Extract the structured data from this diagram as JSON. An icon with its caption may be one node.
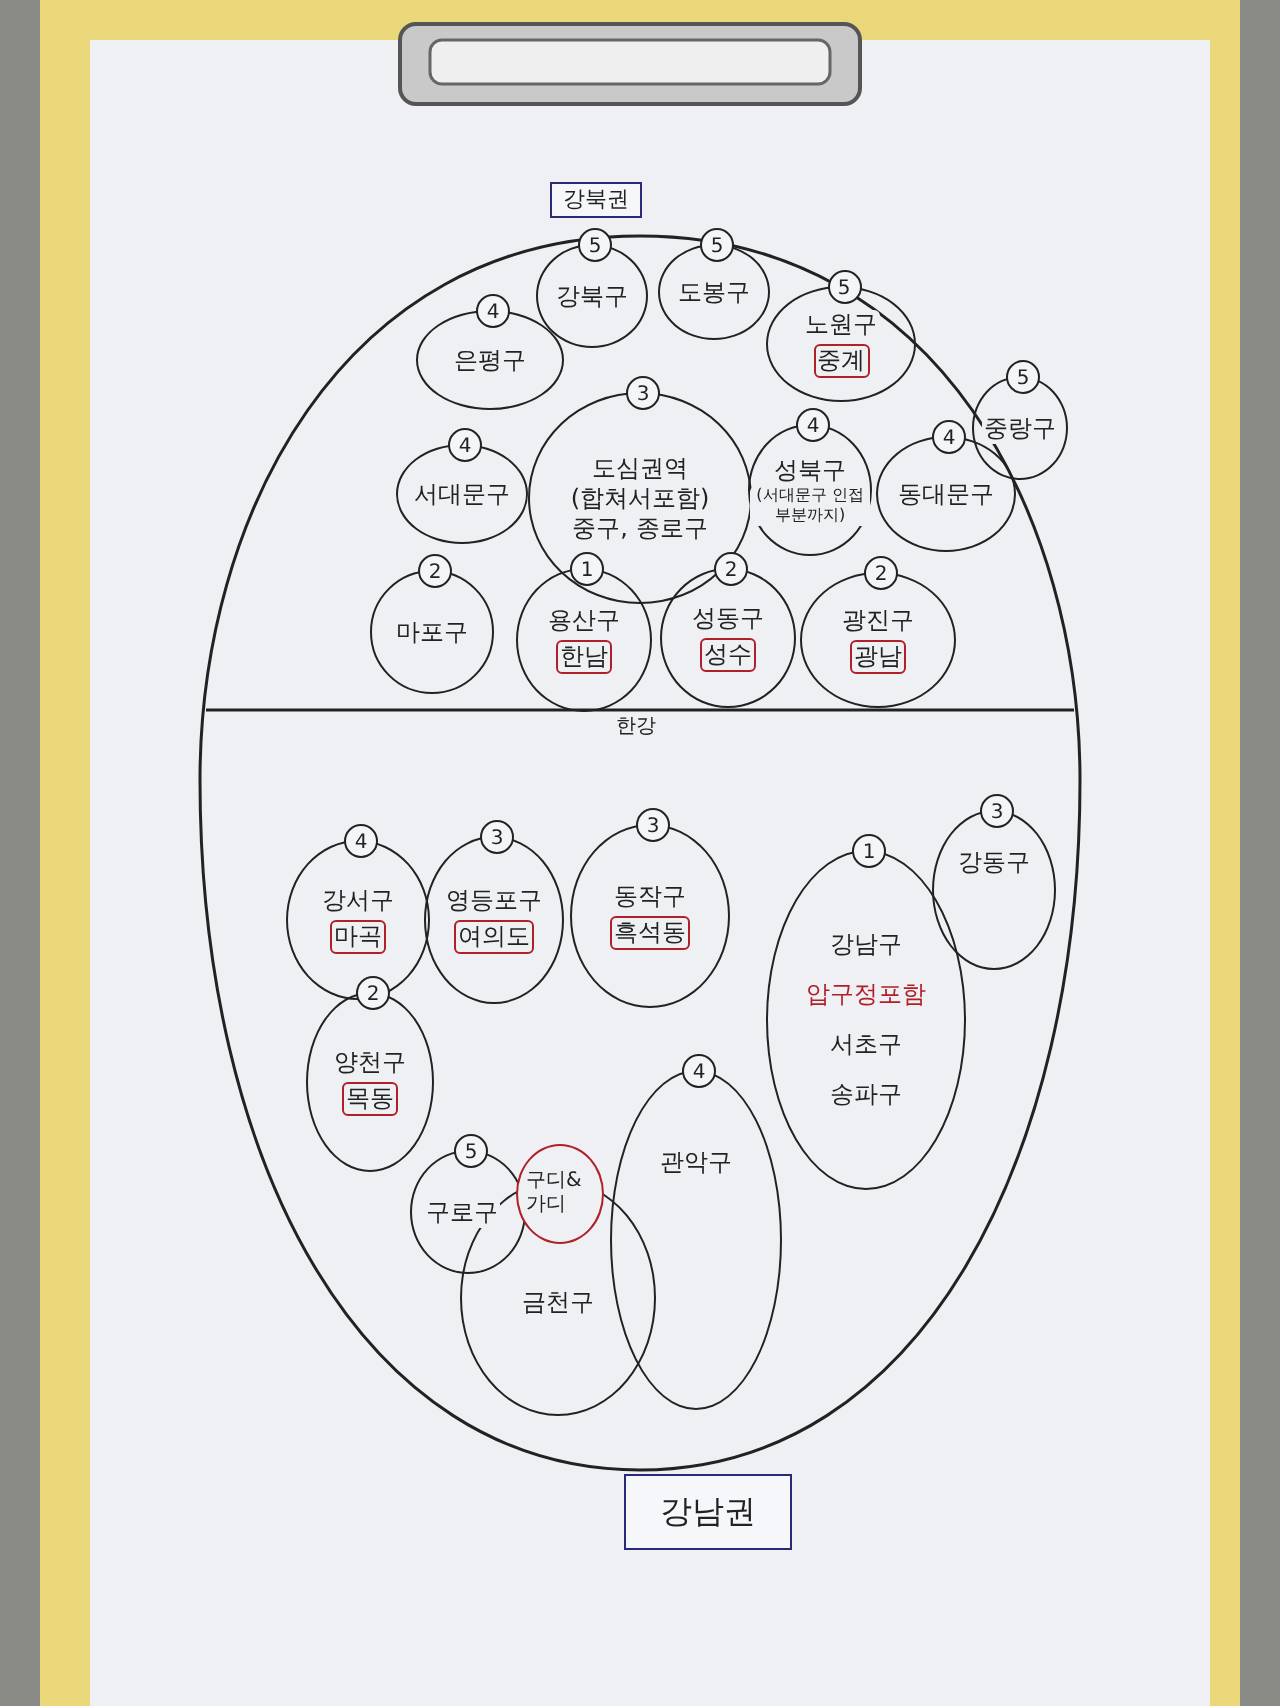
{
  "diagram": {
    "nodes": [
      {
        "text": [
          "강북권"
        ]
      },
      {
        "text": [
          "5",
          "강북구"
        ]
      },
      {
        "text": [
          "5",
          "도봉구"
        ]
      },
      {
        "text": [
          "5",
          "노원구"
        ]
      },
      {
        "text": [
          "중계"
        ],
        "in": 3
      },
      {
        "text": [
          "4",
          "은평구"
        ]
      },
      {
        "text": [
          "4",
          "서대문구"
        ]
      },
      {
        "text": [
          "3",
          "도심권역",
          "(합쳐서포함)",
          "중구, 종로구"
        ]
      },
      {
        "text": [
          "4",
          "성북구",
          "(서대문구 인접부분까지)"
        ]
      },
      {
        "text": [
          "4",
          "동대문구"
        ]
      },
      {
        "text": [
          "5",
          "중랑구"
        ]
      },
      {
        "text": [
          "2",
          "마포구"
        ]
      },
      {
        "text": [
          "1",
          "용산구"
        ]
      },
      {
        "text": [
          "한남"
        ],
        "in": 12
      },
      {
        "text": [
          "2",
          "성동구"
        ]
      },
      {
        "text": [
          "성수"
        ],
        "in": 14
      },
      {
        "text": [
          "2",
          "광진구"
        ]
      },
      {
        "text": [
          "광남"
        ],
        "in": 16
      },
      {
        "text": [
          "4",
          "강서구"
        ]
      },
      {
        "text": [
          "마곡"
        ],
        "in": 18
      },
      {
        "text": [
          "3",
          "영등포구"
        ]
      },
      {
        "text": [
          "여의도"
        ],
        "in": 20
      },
      {
        "text": [
          "3",
          "동작구"
        ]
      },
      {
        "text": [
          "흑석동"
        ],
        "in": 22
      },
      {
        "text": [
          "1",
          "강남구",
          "압구정포함",
          "서초구",
          "송파구"
        ]
      },
      {
        "text": [
          "3",
          "강동구"
        ]
      },
      {
        "text": [
          "2",
          "양천구"
        ]
      },
      {
        "text": [
          "목동"
        ],
        "in": 26
      },
      {
        "text": [
          "4",
          "관악구"
        ]
      },
      {
        "text": [
          "5",
          "구로구"
        ]
      },
      {
        "text": [
          "구디&가디"
        ]
      },
      {
        "text": [
          "금천구"
        ]
      },
      {
        "text": [
          "강남권"
        ]
      }
    ],
    "labels": [
      "한강"
    ]
  }
}
